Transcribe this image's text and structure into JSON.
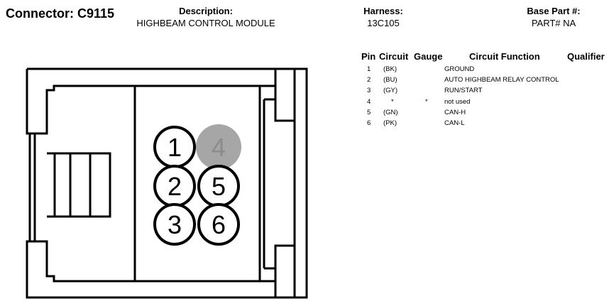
{
  "connector": {
    "label": "Connector:",
    "id": "C9115"
  },
  "description": {
    "label": "Description:",
    "value": "HIGHBEAM CONTROL MODULE"
  },
  "harness": {
    "label": "Harness:",
    "value": "13C105"
  },
  "base_part": {
    "label": "Base Part #:",
    "value": "PART# NA"
  },
  "table": {
    "headers": {
      "pin": "Pin",
      "circuit": "Circuit",
      "gauge": "Gauge",
      "function": "Circuit Function",
      "qualifier": "Qualifier"
    },
    "rows": [
      {
        "pin": "1",
        "circuit": "(BK)",
        "gauge": "",
        "function": "GROUND"
      },
      {
        "pin": "2",
        "circuit": "(BU)",
        "gauge": "",
        "function": "AUTO HIGHBEAM RELAY CONTROL"
      },
      {
        "pin": "3",
        "circuit": "(GY)",
        "gauge": "",
        "function": "RUN/START"
      },
      {
        "pin": "4",
        "circuit": "*",
        "gauge": "*",
        "function": "not used"
      },
      {
        "pin": "5",
        "circuit": "(GN)",
        "gauge": "",
        "function": "CAN-H"
      },
      {
        "pin": "6",
        "circuit": "(PK)",
        "gauge": "",
        "function": "CAN-L"
      }
    ]
  },
  "diagram": {
    "pins": [
      {
        "label": "1",
        "used": true
      },
      {
        "label": "4",
        "used": false
      },
      {
        "label": "2",
        "used": true
      },
      {
        "label": "5",
        "used": true
      },
      {
        "label": "3",
        "used": true
      },
      {
        "label": "6",
        "used": true
      }
    ],
    "colors": {
      "outline": "#000000",
      "unused_fill": "#a6a6a6",
      "unused_text": "#8c8c8c"
    }
  }
}
